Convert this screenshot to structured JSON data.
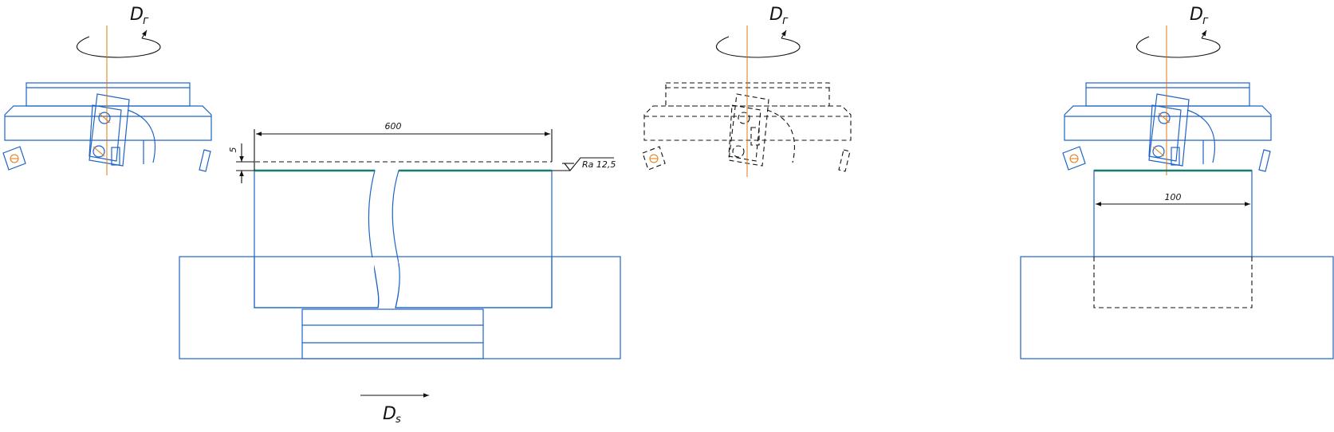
{
  "labels": {
    "rotation_1": "D",
    "rotation_1_sub": "г",
    "rotation_2": "D",
    "rotation_2_sub": "г",
    "rotation_3": "D",
    "rotation_3_sub": "г",
    "feed": "D",
    "feed_sub": "s",
    "dim_length": "600",
    "dim_depth": "5",
    "dim_width": "100",
    "roughness": "Ra 12,5"
  },
  "colors": {
    "outline": "#1e64c8",
    "axis": "#e07a10",
    "machined_surface": "#1a7a6e",
    "lines": "#111111"
  }
}
